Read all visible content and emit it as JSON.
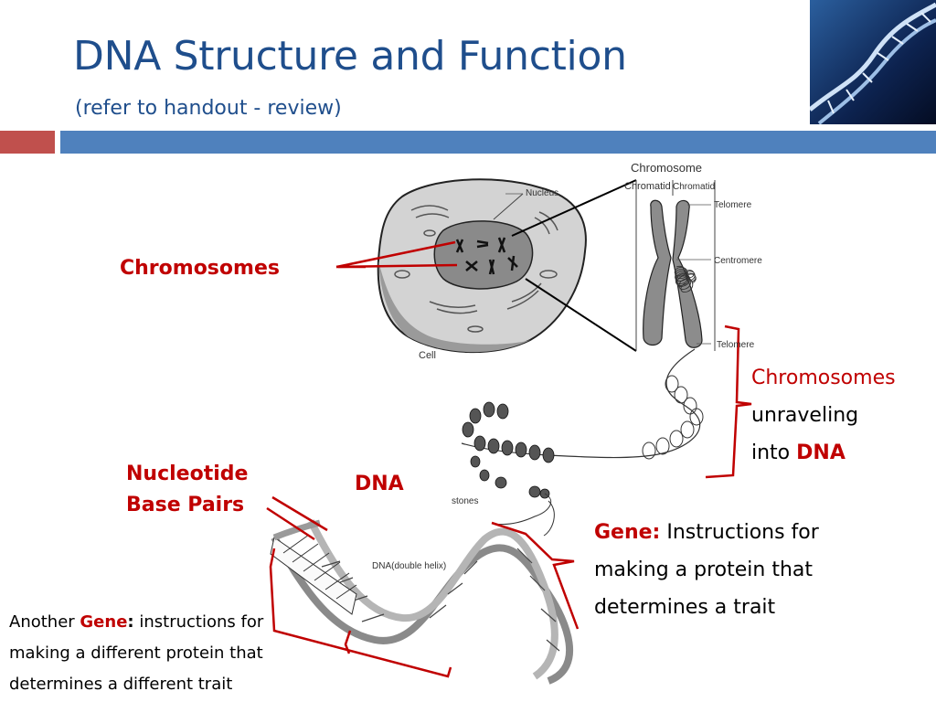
{
  "slide": {
    "title": "DNA Structure and Function",
    "subtitle": "(refer to handout - review)"
  },
  "diagram_labels": {
    "chromosome": "Chromosome",
    "chromatid_left": "Chromatid",
    "chromatid_right": "Chromatid",
    "telomere_top": "Telomere",
    "centromere": "Centromere",
    "telomere_bottom": "Telomere",
    "nucleus": "Nucleus",
    "cell": "Cell",
    "histones": "stones",
    "double_helix": "DNA(double helix)"
  },
  "callouts": {
    "chromosomes": "Chromosomes",
    "nucleotide_line1": "Nucleotide",
    "nucleotide_line2": "Base Pairs",
    "dna": "DNA",
    "unravel_line1": "Chromosomes",
    "unravel_line2": "unraveling",
    "unravel_line3_prefix": "into ",
    "unravel_line3_bold": "DNA",
    "gene_bold": "Gene:",
    "gene_line1_rest": " Instructions for",
    "gene_line2": "making a protein that",
    "gene_line3": "determines a trait",
    "another_prefix": "Another ",
    "another_bold": "Gene",
    "another_colon": ":",
    "another_line1_rest": " instructions for",
    "another_line2": "making a different protein that",
    "another_line3": "determines a different trait"
  },
  "colors": {
    "title": "#1f4e8c",
    "accent_red": "#c00000",
    "bar_red": "#c0504d",
    "bar_blue": "#4f81bd"
  }
}
